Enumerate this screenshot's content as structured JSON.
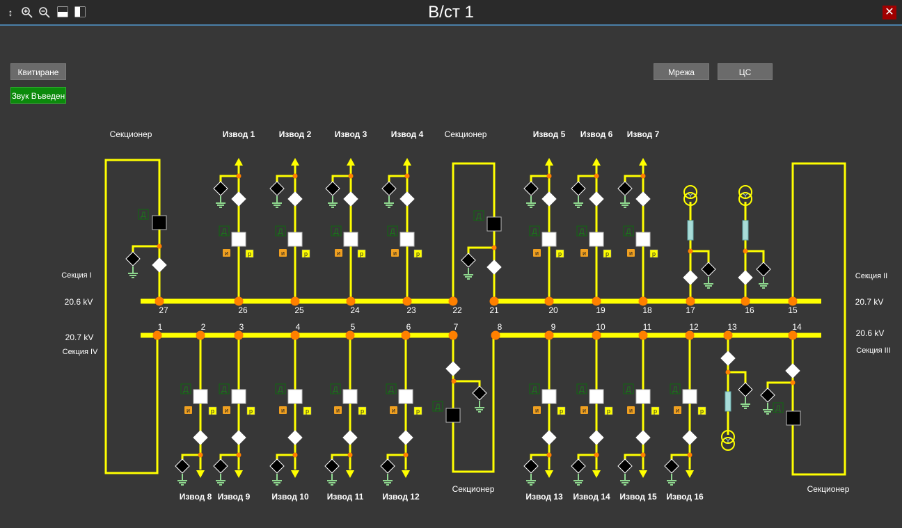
{
  "window": {
    "title": "В/ст 1",
    "toolbar_icons": [
      "sort-icon",
      "zoom-in-icon",
      "zoom-out-icon",
      "split-horizontal-icon",
      "split-vertical-icon"
    ],
    "close_icon": "close-icon"
  },
  "buttons": {
    "ack": "Квитиране",
    "sound": "Звук Въведен",
    "network": "Мрежа",
    "cs": "ЦС"
  },
  "sections": {
    "s1": {
      "label": "Секция",
      "roman": "I",
      "voltage": "20.6 kV"
    },
    "s2": {
      "label": "Секция",
      "roman": "II",
      "voltage": "20.7 kV"
    },
    "s3": {
      "label": "Секция",
      "roman": "III",
      "voltage": "20.6 kV"
    },
    "s4": {
      "label": "Секция",
      "roman": "IV",
      "voltage": "20.7 kV"
    }
  },
  "colors": {
    "bus": "#ffff00",
    "node": "#ff8000",
    "ground": "#8fd88f",
    "trip_badge": "#f0a020",
    "remote_badge": "#ffff00",
    "local_badge": "#0a6a0a",
    "fuse": "#a8dcd8"
  },
  "badges": {
    "local": "Д",
    "trip": "И",
    "remote": "Р"
  },
  "upper_feeders": [
    {
      "name": "Извод 1",
      "node": "26"
    },
    {
      "name": "Извод 2",
      "node": "25"
    },
    {
      "name": "Извод 3",
      "node": "24"
    },
    {
      "name": "Извод 4",
      "node": "23"
    },
    {
      "name": "Извод 5",
      "node": "20"
    },
    {
      "name": "Извод 6",
      "node": "19"
    },
    {
      "name": "Извод 7",
      "node": "18"
    }
  ],
  "lower_feeders": [
    {
      "name": "Извод 8",
      "node": "2"
    },
    {
      "name": "Извод 9",
      "node": "3"
    },
    {
      "name": "Извод 10",
      "node": "4"
    },
    {
      "name": "Извод 11",
      "node": "5"
    },
    {
      "name": "Извод 12",
      "node": "6"
    },
    {
      "name": "Извод 13",
      "node": "9"
    },
    {
      "name": "Извод 14",
      "node": "10"
    },
    {
      "name": "Извод 15",
      "node": "11"
    },
    {
      "name": "Извод 16",
      "node": "12"
    }
  ],
  "sectionalizers": [
    {
      "name": "Секционер",
      "position": "left",
      "nodes": [
        "27",
        "1"
      ]
    },
    {
      "name": "Секционер",
      "position": "top-middle",
      "nodes": [
        "22",
        "21"
      ]
    },
    {
      "name": "Секционер",
      "position": "bottom-middle",
      "nodes": [
        "7",
        "8"
      ]
    },
    {
      "name": "Секционер",
      "position": "right",
      "nodes": [
        "15",
        "14"
      ]
    }
  ],
  "transformers": [
    {
      "node": "17",
      "position": "upper"
    },
    {
      "node": "16",
      "position": "upper"
    },
    {
      "node": "13",
      "position": "lower"
    }
  ],
  "node_labels_upper": [
    "27",
    "26",
    "25",
    "24",
    "23",
    "22",
    "21",
    "20",
    "19",
    "18",
    "17",
    "16",
    "15"
  ],
  "node_labels_lower": [
    "1",
    "2",
    "3",
    "4",
    "5",
    "6",
    "7",
    "8",
    "9",
    "10",
    "11",
    "12",
    "13",
    "14"
  ]
}
